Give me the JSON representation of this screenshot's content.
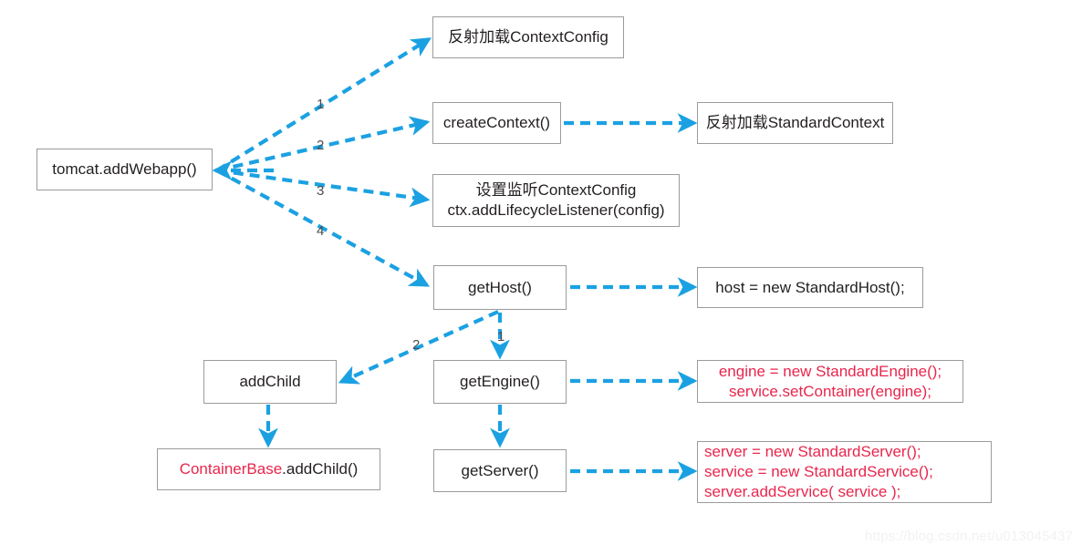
{
  "diagram": {
    "title": "tomcat.addWebapp() call flow",
    "colors": {
      "arrow": "#1BA1E2",
      "box_border": "#9b9b9b",
      "text": "#231f20",
      "highlight": "#e8264c",
      "background": "#ffffff",
      "watermark": "#f2f2f2"
    },
    "nodes": [
      {
        "id": "tomcat",
        "lines": [
          "tomcat.addWebapp()"
        ],
        "align": "center"
      },
      {
        "id": "ctxconfig",
        "lines": [
          "反射加载ContextConfig"
        ],
        "align": "center"
      },
      {
        "id": "createcontext",
        "lines": [
          "createContext()"
        ],
        "align": "center"
      },
      {
        "id": "stdcontext",
        "lines": [
          "反射加载StandardContext"
        ],
        "align": "center"
      },
      {
        "id": "listener",
        "lines": [
          "设置监听ContextConfig",
          "ctx.addLifecycleListener(config)"
        ],
        "align": "center"
      },
      {
        "id": "gethost",
        "lines": [
          "getHost()"
        ],
        "align": "center"
      },
      {
        "id": "hostnew",
        "lines": [
          "host = new StandardHost();"
        ],
        "align": "center"
      },
      {
        "id": "addchild",
        "lines": [
          "addChild"
        ],
        "align": "center"
      },
      {
        "id": "getengine",
        "lines": [
          "getEngine()"
        ],
        "align": "center"
      },
      {
        "id": "enginenew",
        "lines": [
          "engine = new StandardEngine();",
          "service.setContainer(engine);"
        ],
        "align": "center"
      },
      {
        "id": "containerbase",
        "lines": [
          "ContainerBase.addChild()"
        ],
        "align": "center"
      },
      {
        "id": "getserver",
        "lines": [
          "getServer()"
        ],
        "align": "center"
      },
      {
        "id": "servernew",
        "lines": [
          "server = new StandardServer();",
          "service = new StandardService();",
          "server.addService( service );"
        ],
        "align": "left"
      }
    ],
    "node_text": {
      "tomcat": "tomcat.addWebapp()",
      "ctxconfig": "反射加载ContextConfig",
      "createcontext": "createContext()",
      "stdcontext": "反射加载StandardContext",
      "listener_line1": "设置监听ContextConfig",
      "listener_line2": "ctx.addLifecycleListener(config)",
      "gethost": "getHost()",
      "hostnew": "host = new StandardHost();",
      "addchild": "addChild",
      "getengine": "getEngine()",
      "enginenew_line1": "engine = new StandardEngine();",
      "enginenew_line2": "service.setContainer(engine);",
      "containerbase_red": "ContainerBase",
      "containerbase_rest": ".addChild()",
      "getserver": "getServer()",
      "servernew_line1": "server = new StandardServer();",
      "servernew_line2": "service = new StandardService();",
      "servernew_line3": "server.addService( service );"
    },
    "edge_labels": {
      "fan1": "1",
      "fan2": "2",
      "fan3": "3",
      "fan4": "4",
      "host_engine": "1",
      "host_addchild": "2"
    },
    "watermark": "https://blog.csdn.net/u013045437"
  }
}
